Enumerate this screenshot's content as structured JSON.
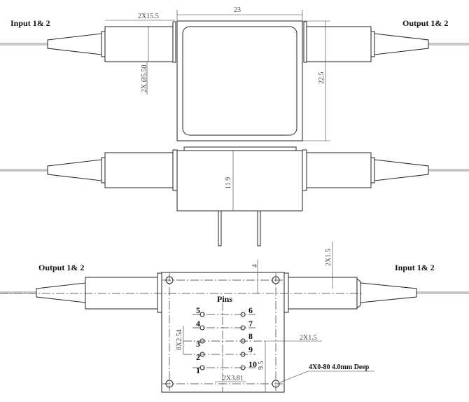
{
  "top_view": {
    "input_label": "Input 1& 2",
    "output_label": "Output 1& 2",
    "dim_width": "23",
    "dim_tube_length": "2X15.5",
    "dim_tube_diameter": "2X Ø5.50",
    "dim_height": "22.5"
  },
  "side_view": {
    "dim_height": "11.9"
  },
  "bottom_view": {
    "output_label": "Output 1& 2",
    "input_label": "Input 1& 2",
    "pins_label": "Pins",
    "pins": [
      "1",
      "2",
      "3",
      "4",
      "5",
      "6",
      "7",
      "8",
      "9",
      "10"
    ],
    "dim_hole_offset": "4",
    "dim_offset_top": "2X1.5",
    "dim_offset_side": "2X1.5",
    "dim_pin_pitch": "8X2.54",
    "dim_pin_spacing": "2X3.81",
    "dim_pin_row": "9.5",
    "hole_note": "4X0-80 4.0mm Deep"
  }
}
